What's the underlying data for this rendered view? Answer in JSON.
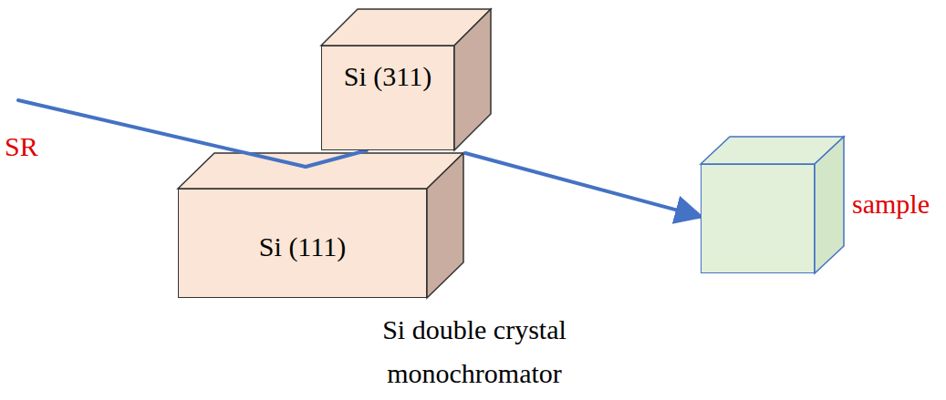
{
  "diagram": {
    "nodes": [
      {
        "text": [
          "Si (311)"
        ]
      },
      {
        "text": [
          "Si (111)"
        ]
      },
      {
        "text": [
          "sample"
        ]
      }
    ],
    "edges": [
      {
        "from": 1,
        "to": 0,
        "arrow": "none"
      },
      {
        "from": 0,
        "to": 2,
        "arrow": "to"
      }
    ],
    "labels": [
      "SR",
      "Si double crystal monochromator"
    ]
  }
}
